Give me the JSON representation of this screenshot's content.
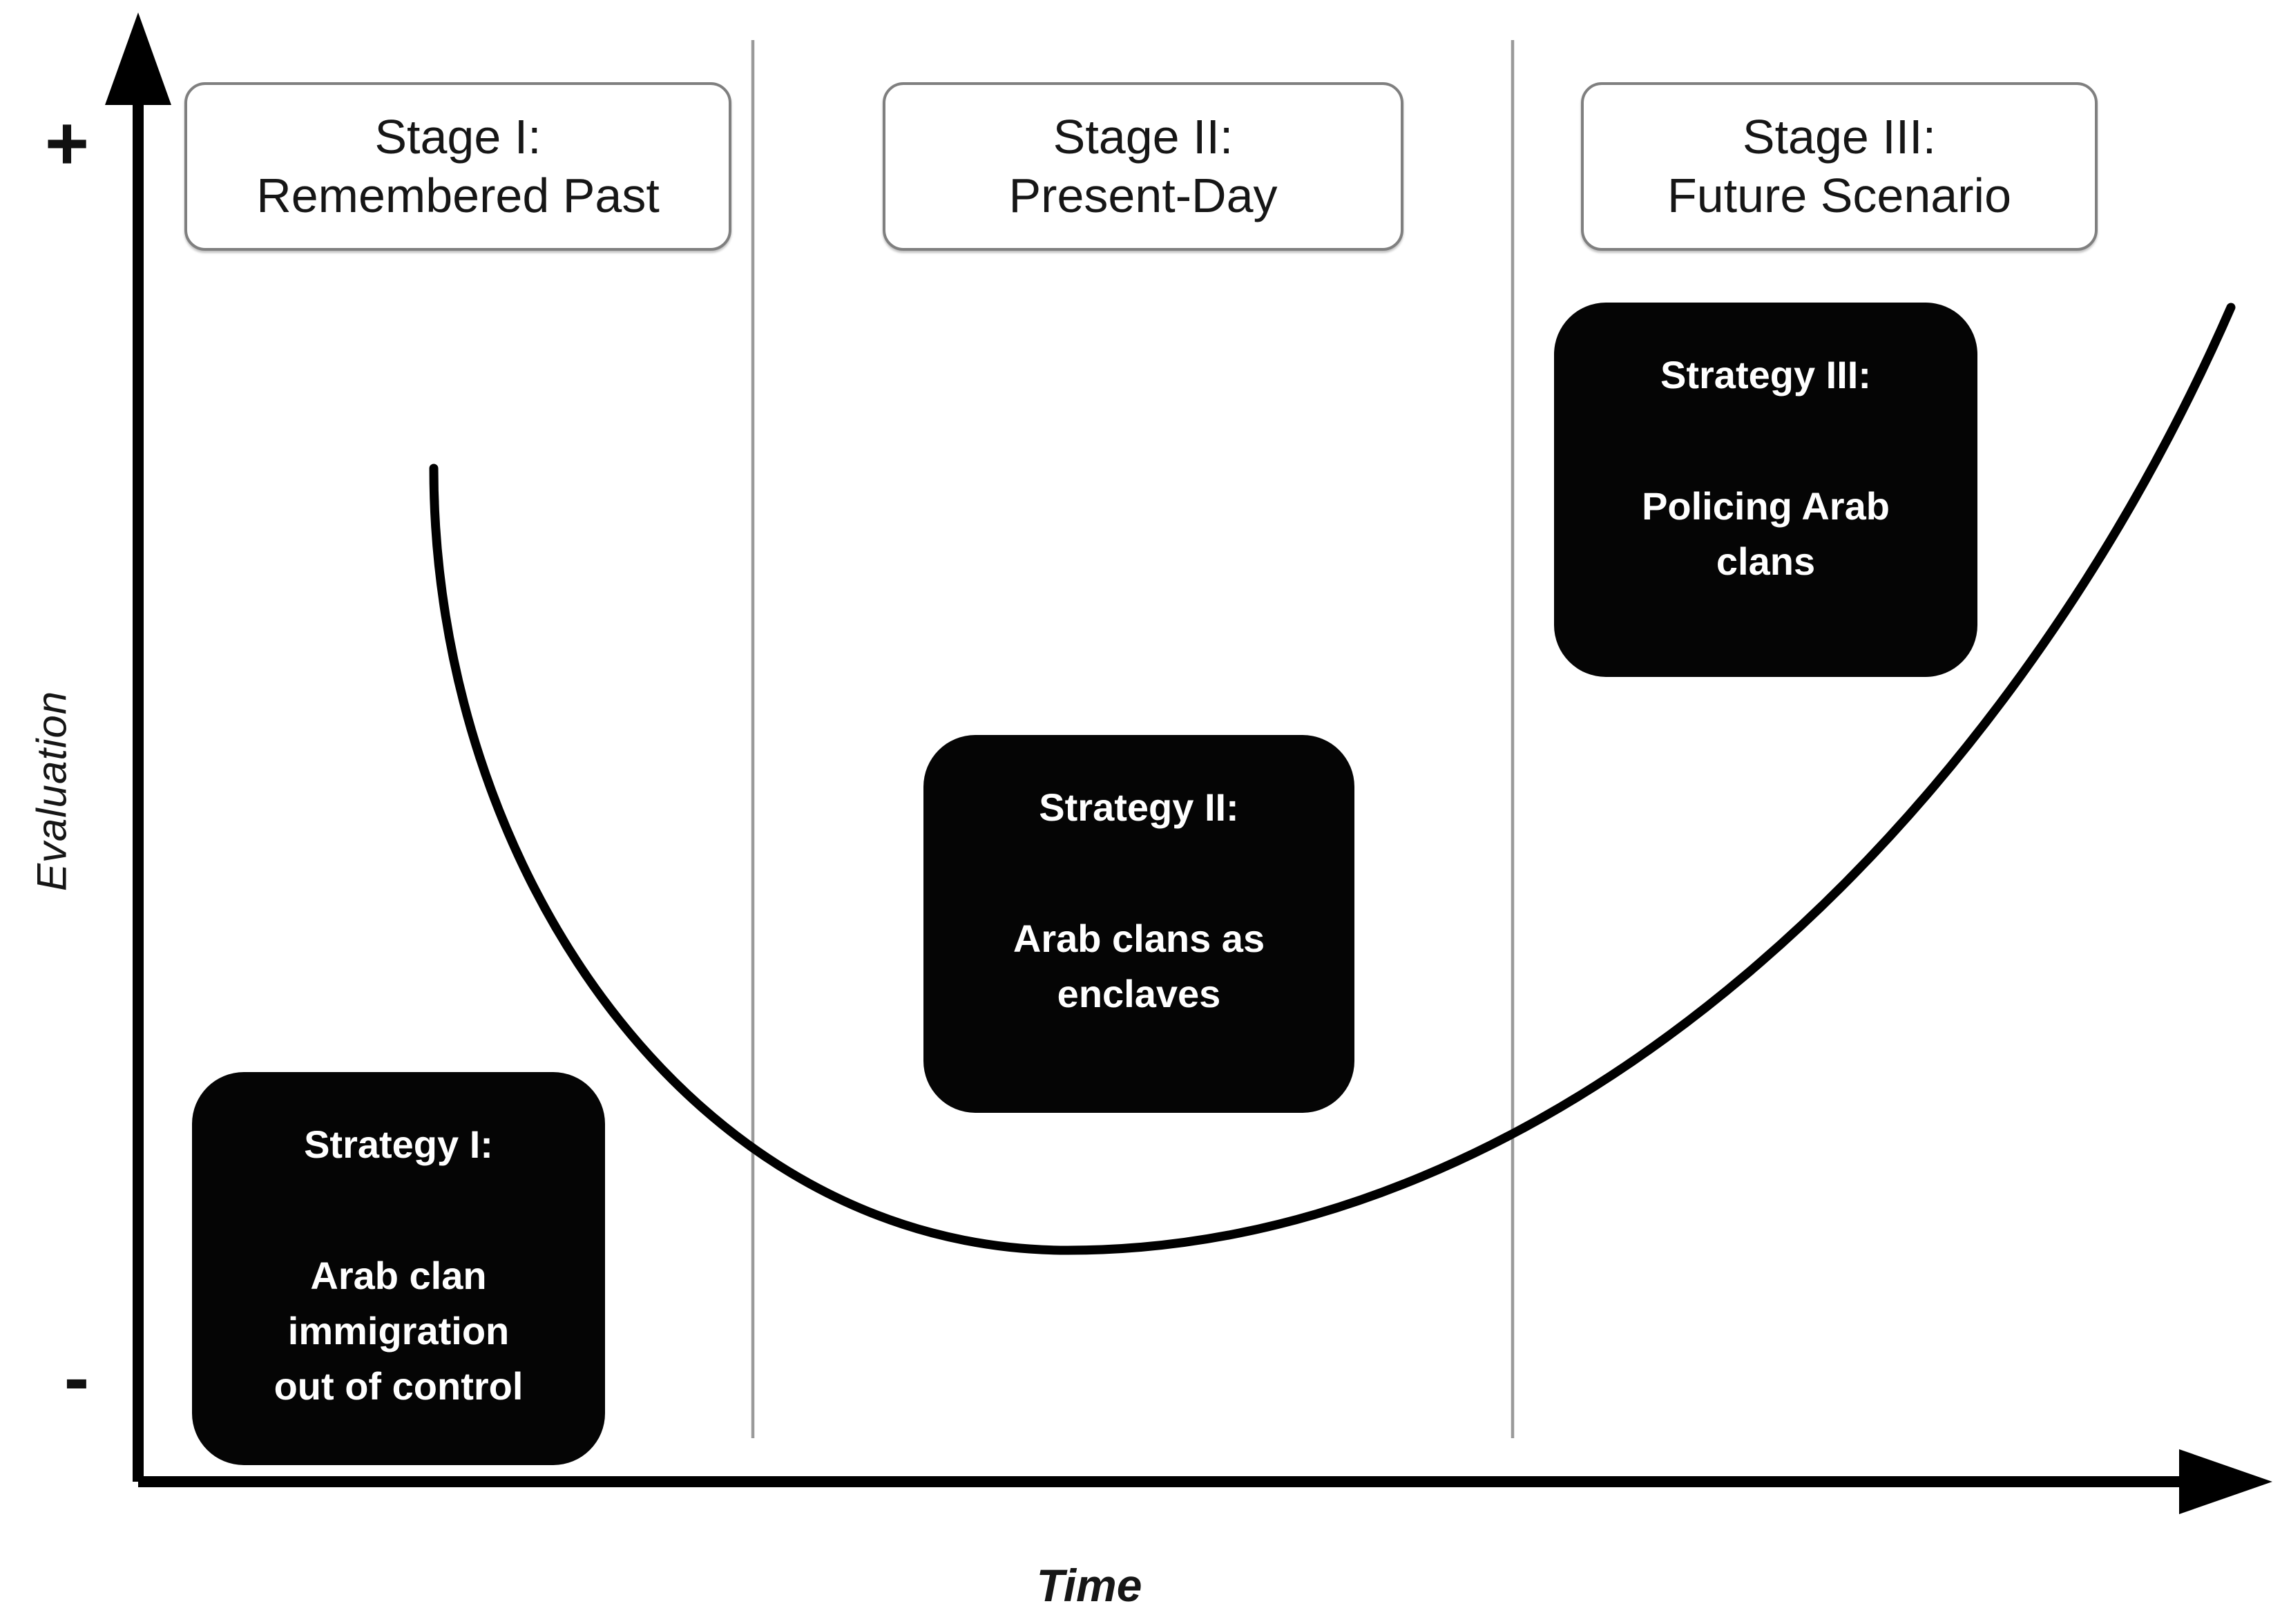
{
  "figure": {
    "y_axis": {
      "plus": "+",
      "minus": "-",
      "label": "Evaluation"
    },
    "x_axis": {
      "label": "Time"
    },
    "stages": [
      {
        "title": "Stage I:\nRemembered Past"
      },
      {
        "title": "Stage II:\nPresent-Day"
      },
      {
        "title": "Stage III:\nFuture Scenario"
      }
    ],
    "strategies": [
      {
        "heading": "Strategy I:",
        "body": "Arab clan\nimmigration\nout of control"
      },
      {
        "heading": "Strategy II:",
        "body": "Arab clans as\nenclaves"
      },
      {
        "heading": "Strategy III:",
        "body": "Policing Arab\nclans"
      }
    ],
    "curve": {
      "type": "u-curve",
      "description": "Thick black curve: starts high in Stage I, dips to its lowest point under Stage II, rises steeply again through Stage III"
    },
    "colors": {
      "axis": "#000000",
      "curve": "#000000",
      "divider": "#9a9a9a",
      "stage_border": "#7f7f7f",
      "strategy_bg": "#050505",
      "strategy_text": "#ffffff"
    }
  }
}
